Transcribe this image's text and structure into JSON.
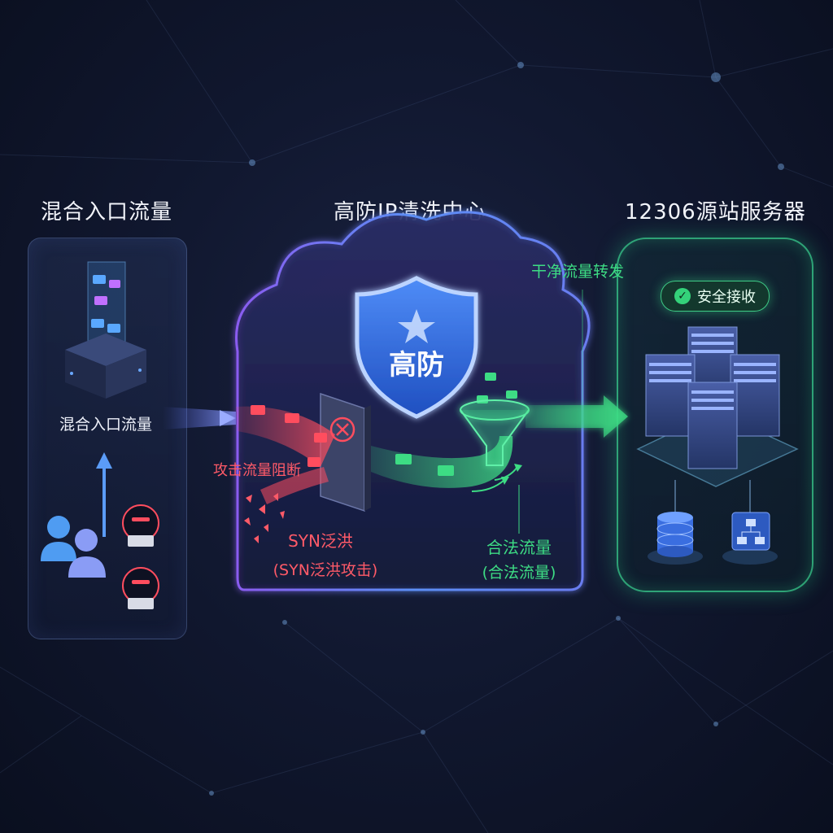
{
  "headings": {
    "left": "混合入口流量",
    "center": "高防IP清洗中心",
    "right": "12306源站服务器"
  },
  "left_panel": {
    "label": "混合入口流量"
  },
  "center": {
    "shield_text": "高防",
    "attack_blocked": "攻击流量阻断",
    "syn_flood": "SYN泛洪",
    "syn_flood_sub": "(SYN泛洪攻击)",
    "legit_traffic": "合法流量",
    "legit_traffic_sub": "(合法流量)"
  },
  "forward": {
    "label": "干净流量转发"
  },
  "right_panel": {
    "badge": "安全接收"
  },
  "colors": {
    "attack": "#ff4d5e",
    "legit": "#3ddc84",
    "shield": "#2f6fe0",
    "cloud_edge": "#6a7cf0"
  }
}
